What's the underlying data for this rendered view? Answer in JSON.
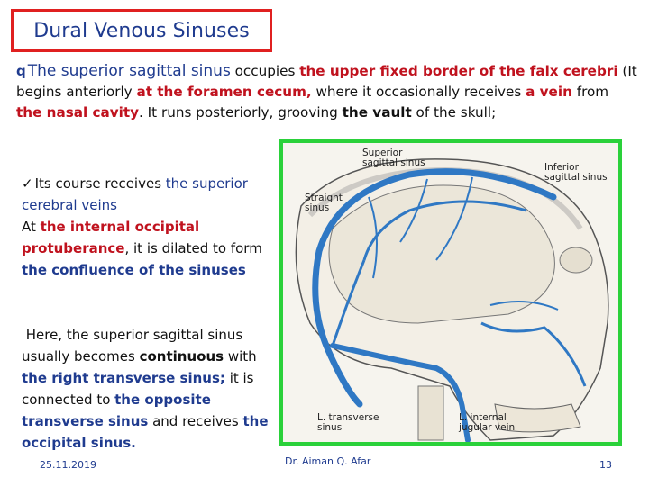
{
  "title": "Dural Venous Sinuses",
  "intro": {
    "bullet": "q",
    "s1": "The superior sagittal sinus",
    "s2": " occupies ",
    "s3": "the upper fixed border of the falx cerebri",
    "s4": " (It begins anteriorly ",
    "s5": "at the foramen cecum,",
    "s6": " where it occasionally receives ",
    "s7": "a vein",
    "s8": " from ",
    "s9": "the nasal cavity",
    "s10": ". It runs posteriorly, grooving ",
    "s11": "the vault",
    "s12": " of the skull;"
  },
  "left": {
    "check": "✓",
    "a1": "Its course receives ",
    "a2": "the superior cerebral veins",
    "a3": "At ",
    "a4": "the internal occipital protuberance",
    "a5": ", it is dilated to form ",
    "a6": "the confluence of the sinuses",
    "b1": "Here, the superior sagittal sinus usually becomes ",
    "b2": "continuous",
    "b3": " with ",
    "b4": "the right transverse sinus;",
    "b5": " it is connected to ",
    "b6": "the opposite transverse sinus",
    "b7": " and receives ",
    "b8": "the occipital sinus."
  },
  "figure": {
    "label_superior": "Superior sagittal sinus",
    "label_inferior": "Inferior sagittal sinus",
    "label_straight": "Straight sinus",
    "label_transverse": "L. transverse sinus",
    "label_jugular": "L. internal jugular vein"
  },
  "footer": {
    "date": "25.11.2019",
    "author": "Dr. Aiman Q. Afar",
    "page": "13"
  },
  "colors": {
    "title_border": "#e02020",
    "figure_border": "#2ad13a",
    "blue": "#1f3b8f",
    "red": "#c0121e"
  }
}
